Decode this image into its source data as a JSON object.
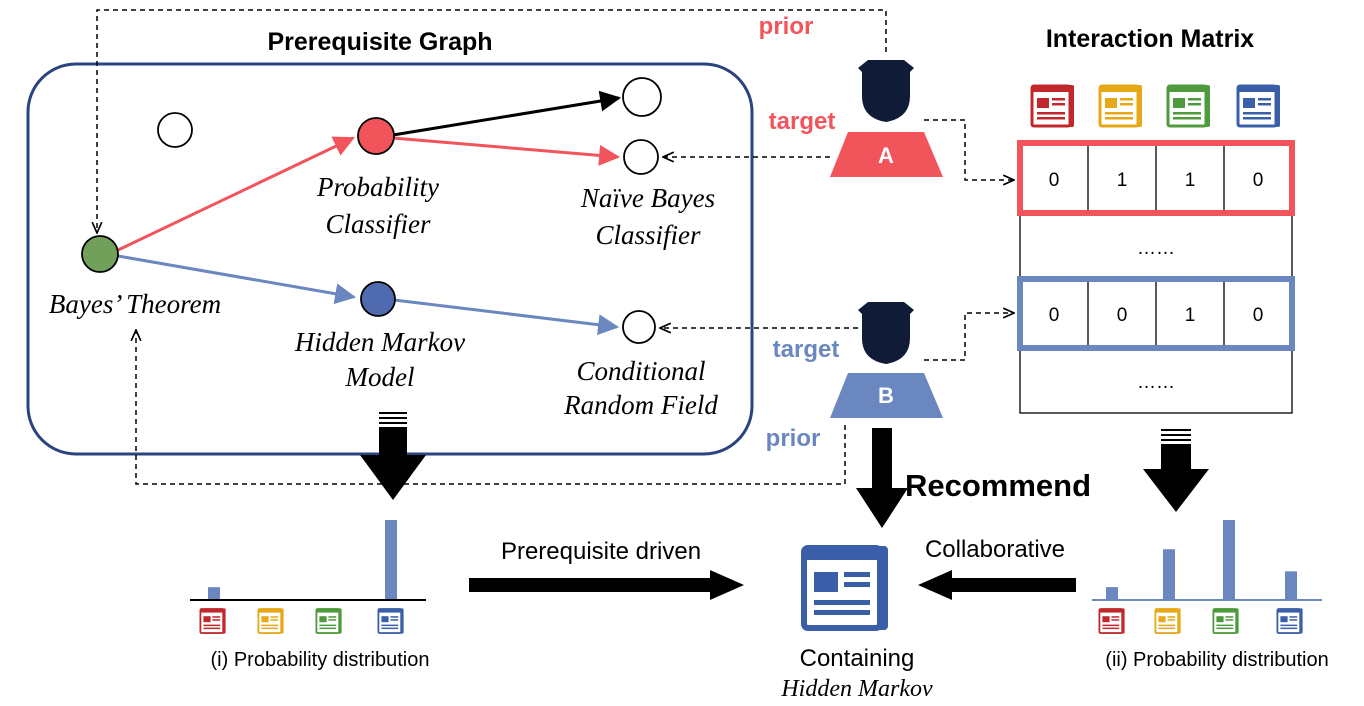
{
  "titles": {
    "prerequisite_graph": "Prerequisite Graph",
    "interaction_matrix": "Interaction Matrix"
  },
  "nodes": {
    "bayes": "Bayes’ Theorem",
    "probability_classifier": [
      "Probability",
      "Classifier"
    ],
    "naive_bayes": [
      "Naïve Bayes",
      "Classifier"
    ],
    "hidden_markov": [
      "Hidden Markov",
      "Model"
    ],
    "crf": [
      "Conditional",
      "Random Field"
    ]
  },
  "users": {
    "a": {
      "letter": "A",
      "target_label": "target",
      "prior_label": "prior",
      "color": "#f2545b"
    },
    "b": {
      "letter": "B",
      "target_label": "target",
      "prior_label": "prior",
      "color": "#6b87bf"
    }
  },
  "matrix": {
    "row_a": [
      "0",
      "1",
      "1",
      "0"
    ],
    "ellipsis_1": "……",
    "row_b": [
      "0",
      "0",
      "1",
      "0"
    ],
    "ellipsis_2": "……"
  },
  "flow": {
    "recommend": "Recommend",
    "prerequisite_driven": "Prerequisite driven",
    "collaborative": "Collaborative",
    "containing": "Containing",
    "containing_topic": "Hidden Markov"
  },
  "distributions": {
    "left_caption": "(i) Probability distribution",
    "right_caption": "(ii) Probability distribution",
    "left_values": [
      0.15,
      0,
      0,
      1.0
    ],
    "right_values": [
      0.15,
      0.63,
      1.0,
      0.35
    ]
  },
  "colors": {
    "red": "#f2545b",
    "blue": "#6b87bf",
    "green": "#70a05a",
    "navy": "#2a4480",
    "dark_user": "#101b38",
    "doc_red": "#c0282d",
    "doc_yellow": "#e6a817",
    "doc_green": "#4e9a3c",
    "doc_blue": "#3a5fa8"
  }
}
